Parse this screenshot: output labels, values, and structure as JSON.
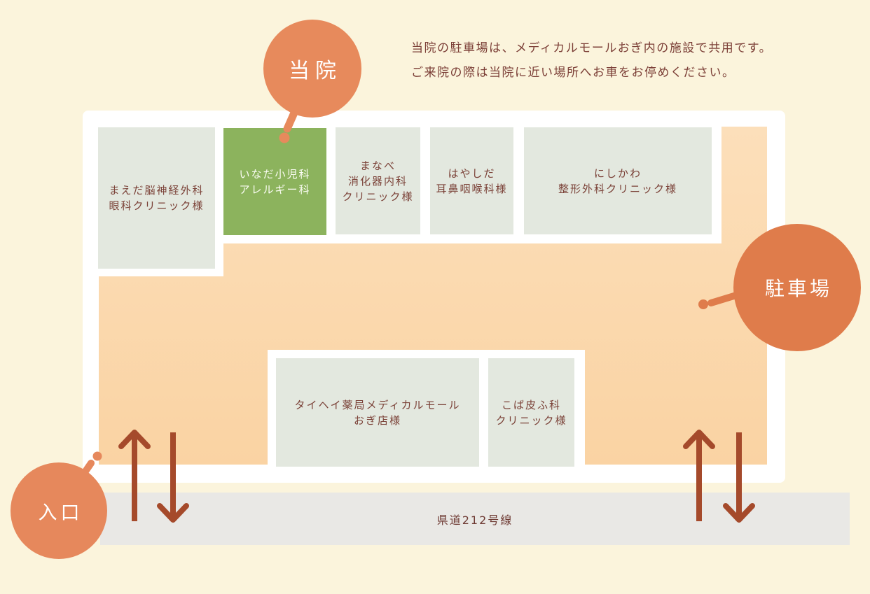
{
  "notice": {
    "lines": [
      "当院の駐車場は、メディカルモールおぎ内の施設で共用です。",
      "ご来院の際は当院に近い場所へお車をお停めください。"
    ]
  },
  "markers": {
    "clinic": {
      "label": "当院"
    },
    "parking": {
      "label": "駐車場"
    },
    "entrance": {
      "label": "入口"
    }
  },
  "road": {
    "label": "県道212号線"
  },
  "buildings": [
    {
      "id": "maeda-neurosurgery-eye-clinic",
      "lines": [
        "まえだ脳神経外科",
        "眼科クリニック様"
      ],
      "highlight": false
    },
    {
      "id": "inada-pediatrics-allergy",
      "lines": [
        "いなだ小児科",
        "アレルギー科"
      ],
      "highlight": true
    },
    {
      "id": "manabe-gastroenterology-clinic",
      "lines": [
        "まなべ",
        "消化器内科",
        "クリニック様"
      ],
      "highlight": false
    },
    {
      "id": "hayashida-ent-clinic",
      "lines": [
        "はやしだ",
        "耳鼻咽喉科様"
      ],
      "highlight": false
    },
    {
      "id": "nishikawa-orthopedics-clinic",
      "lines": [
        "にしかわ",
        "整形外科クリニック様"
      ],
      "highlight": false
    },
    {
      "id": "taihei-pharmacy-medical-mall-ogi",
      "lines": [
        "タイヘイ薬局メディカルモール",
        "おぎ店様"
      ],
      "highlight": false
    },
    {
      "id": "koba-dermatology-clinic",
      "lines": [
        "こば皮ふ科",
        "クリニック様"
      ],
      "highlight": false
    }
  ],
  "colors": {
    "background": "#fbf4dc",
    "map_frame": "#ffffff",
    "parking_area_top": "#fcdfba",
    "parking_area_bottom": "#fad3a3",
    "building_block": "#e3e8df",
    "highlight_block": "#8cb35d",
    "marker_orange": "#e78a5c",
    "parking_marker_orange": "#df7c4b",
    "arrow_rust": "#a54a2b",
    "text_brown": "#7b4238",
    "road_grey": "#e9e8e5"
  }
}
